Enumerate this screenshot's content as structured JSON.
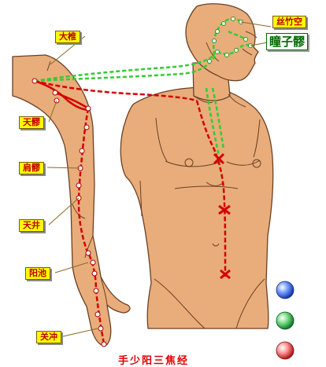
{
  "labels": {
    "dazhui": "大椎",
    "sizhukong": "丝竹空",
    "tongziliao": "瞳子髎",
    "tianliao": "天髎",
    "jianliao": "肩髎",
    "tianjing": "天井",
    "yangchi": "阳池",
    "guanchong": "关冲"
  },
  "title": "手少阳三焦经",
  "colors": {
    "skin": "#e8ad7a",
    "outline": "#6b4026",
    "meridian_red": "#d40000",
    "meridian_green": "#33cc33",
    "label_bg": "#ffff00"
  },
  "nav_orbs": [
    {
      "icon": "blue-orb-icon",
      "color": "#3a6df0"
    },
    {
      "icon": "green-orb-icon",
      "color": "#2fa64a"
    },
    {
      "icon": "red-orb-icon",
      "color": "#e04848"
    }
  ]
}
